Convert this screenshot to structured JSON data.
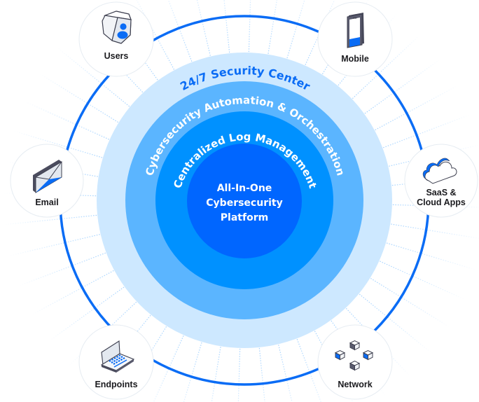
{
  "diagram": {
    "core": {
      "lines": [
        "All-In-One",
        "Cybersecurity",
        "Platform"
      ],
      "color": "#0066FF"
    },
    "rings": [
      {
        "label": "Centralized Log Management",
        "color": "#0091FF",
        "text_color": "#ffffff"
      },
      {
        "label": "Cybersecurity Automation & Orchestration",
        "color": "#5BB5FF",
        "text_color": "#ffffff"
      },
      {
        "label": "24/7 Security Center",
        "color": "#CDE8FF",
        "text_color": "#0A6CF5"
      }
    ],
    "orbit_color": "#0A6CF5",
    "ray_color": "#9FD0FF",
    "nodes": [
      {
        "id": "users",
        "label_lines": [
          "Users"
        ],
        "icon": "shield-user-icon"
      },
      {
        "id": "mobile",
        "label_lines": [
          "Mobile"
        ],
        "icon": "smartphone-icon"
      },
      {
        "id": "email",
        "label_lines": [
          "Email"
        ],
        "icon": "envelope-icon"
      },
      {
        "id": "saas",
        "label_lines": [
          "SaaS &",
          "Cloud Apps"
        ],
        "icon": "cloud-icon"
      },
      {
        "id": "endpoints",
        "label_lines": [
          "Endpoints"
        ],
        "icon": "laptop-icon"
      },
      {
        "id": "network",
        "label_lines": [
          "Network"
        ],
        "icon": "network-cubes-icon"
      }
    ]
  }
}
